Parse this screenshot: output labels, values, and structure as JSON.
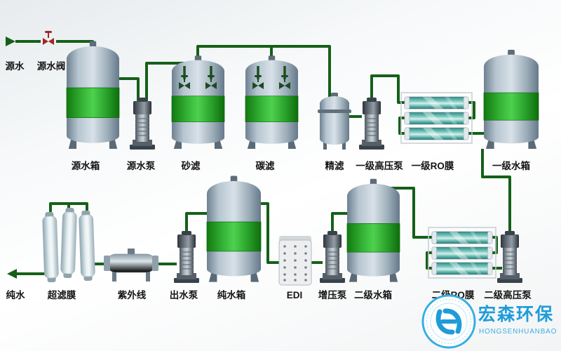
{
  "colors": {
    "pipe_green": "#156019",
    "tank_band_green": "#2fae2f",
    "membrane_teal": "#6fc2ba",
    "valve_red": "#a32727",
    "logo_blue": "#1f9cd8"
  },
  "labels": {
    "inlet": "源水",
    "inlet_valve": "源水阀",
    "row1": [
      "源水箱",
      "源水泵",
      "砂滤",
      "碳滤",
      "精滤",
      "一级高压泵",
      "一级RO膜",
      "一级水箱"
    ],
    "row2": [
      "纯水",
      "超滤膜",
      "紫外线",
      "出水泵",
      "纯水箱",
      "EDI",
      "增压泵",
      "二级水箱",
      "二级RO膜",
      "二级高压泵"
    ]
  },
  "logo": {
    "name_cn": "宏森环保",
    "name_en": "HONGSENHUANBAO"
  }
}
